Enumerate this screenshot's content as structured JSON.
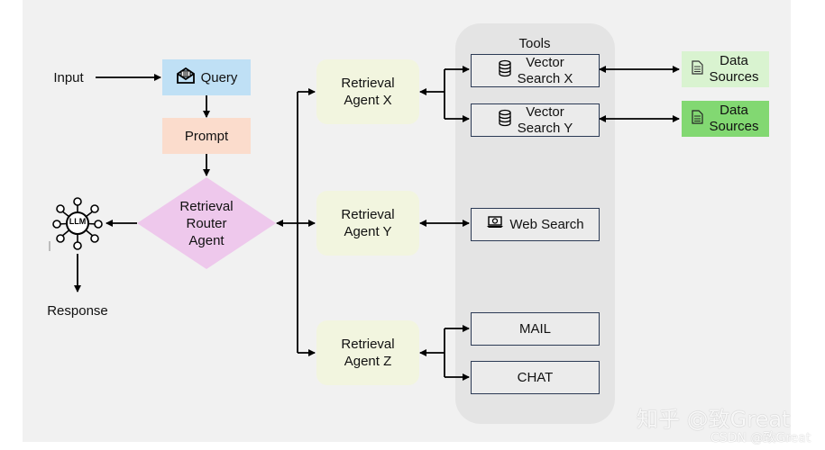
{
  "labels": {
    "input": "Input",
    "query": "Query",
    "prompt": "Prompt",
    "router_line1": "Retrieval",
    "router_line2": "Router",
    "router_line3": "Agent",
    "response": "Response",
    "llm": "LLM",
    "agent_x_line1": "Retrieval",
    "agent_x_line2": "Agent X",
    "agent_y_line1": "Retrieval",
    "agent_y_line2": "Agent Y",
    "agent_z_line1": "Retrieval",
    "agent_z_line2": "Agent Z",
    "tools_title": "Tools",
    "vector_x_line1": "Vector",
    "vector_x_line2": "Search X",
    "vector_y_line1": "Vector",
    "vector_y_line2": "Search Y",
    "web_search": "Web Search",
    "mail": "MAIL",
    "chat": "CHAT",
    "data_sources_1_line1": "Data",
    "data_sources_1_line2": "Sources",
    "data_sources_2_line1": "Data",
    "data_sources_2_line2": "Sources"
  },
  "watermarks": {
    "zhihu": "知乎 @致Great",
    "csdn": "CSDN @致Great"
  },
  "colors": {
    "query_fill": "#bfe0f5",
    "prompt_fill": "#fbdccc",
    "router_fill": "#eec8ec",
    "agent_fill": "#f2f5df",
    "tools_panel": "#e4e4e4",
    "ds1_fill": "#d9f3d0",
    "ds2_fill": "#82d872",
    "tool_border": "#2b3a55"
  },
  "icons": {
    "query": "envelope-icon",
    "vector": "database-icon",
    "web": "laptop-icon",
    "data": "document-icon",
    "llm": "network-hub-icon"
  }
}
